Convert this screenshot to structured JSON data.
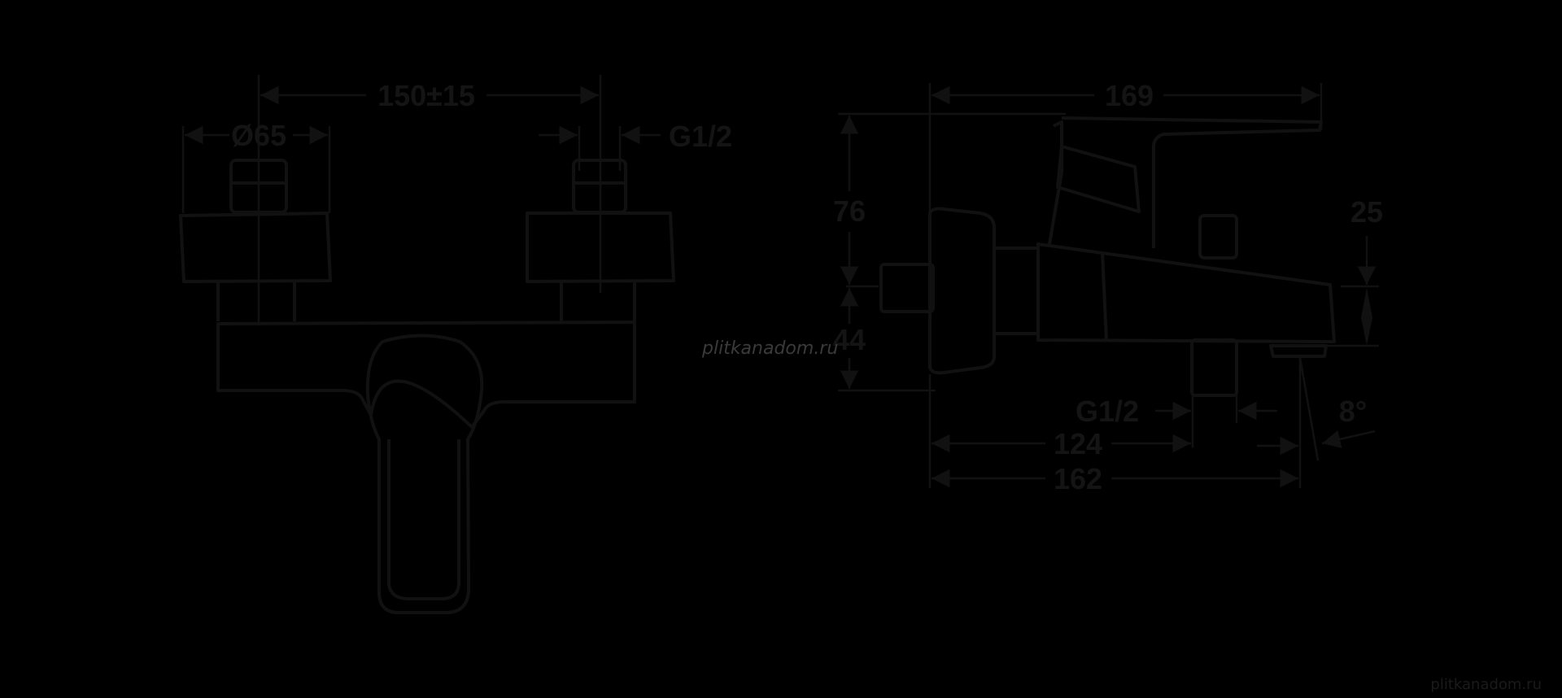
{
  "front_view": {
    "dim_spacing": "150±15",
    "dim_diameter": "Ø65",
    "dim_thread": "G1/2"
  },
  "side_view": {
    "dim_length_top": "169",
    "dim_height": "76",
    "dim_spout_height": "25",
    "dim_spout_clearance": "44",
    "dim_thread": "G1/2",
    "dim_outlet_distance": "124",
    "dim_total_length": "162",
    "dim_angle": "8°"
  },
  "watermarks": {
    "center": "plitkanadom.ru",
    "corner": "plitkanadom.ru"
  },
  "colors": {
    "background": "#000000",
    "lines": "#111111"
  }
}
